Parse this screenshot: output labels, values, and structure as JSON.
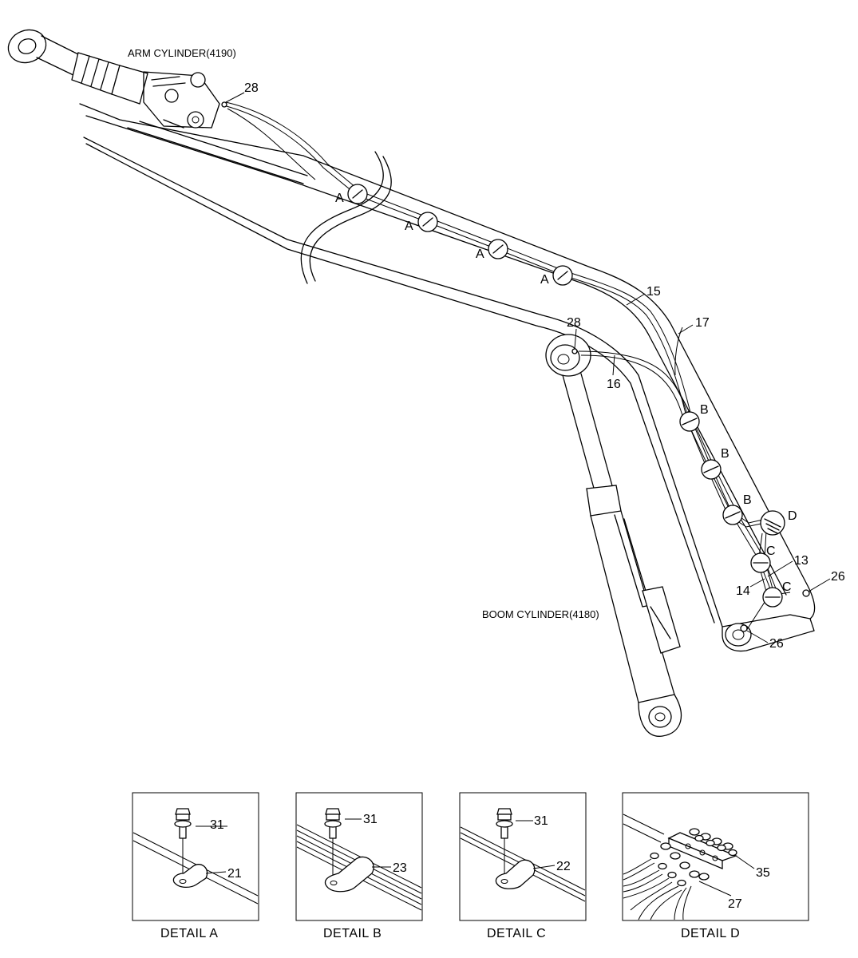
{
  "labels": {
    "arm_cylinder": "ARM CYLINDER(4190)",
    "boom_cylinder": "BOOM CYLINDER(4180)"
  },
  "callouts": {
    "c28_top": "28",
    "c28_mid": "28",
    "c15": "15",
    "c17": "17",
    "c16": "16",
    "c13": "13",
    "c14": "14",
    "c26_right": "26",
    "c26_bottom": "26"
  },
  "clamp_markers": {
    "a1": "A",
    "a2": "A",
    "a3": "A",
    "a4": "A",
    "b1": "B",
    "b2": "B",
    "b3": "B",
    "c1": "C",
    "c2": "C",
    "d1": "D"
  },
  "details": {
    "a": {
      "caption": "DETAIL  A",
      "bolt": "31",
      "clamp": "21"
    },
    "b": {
      "caption": "DETAIL  B",
      "bolt": "31",
      "clamp": "23"
    },
    "c": {
      "caption": "DETAIL  C",
      "bolt": "31",
      "clamp": "22"
    },
    "d": {
      "caption": "DETAIL  D",
      "fitting": "35",
      "hose": "27"
    }
  }
}
